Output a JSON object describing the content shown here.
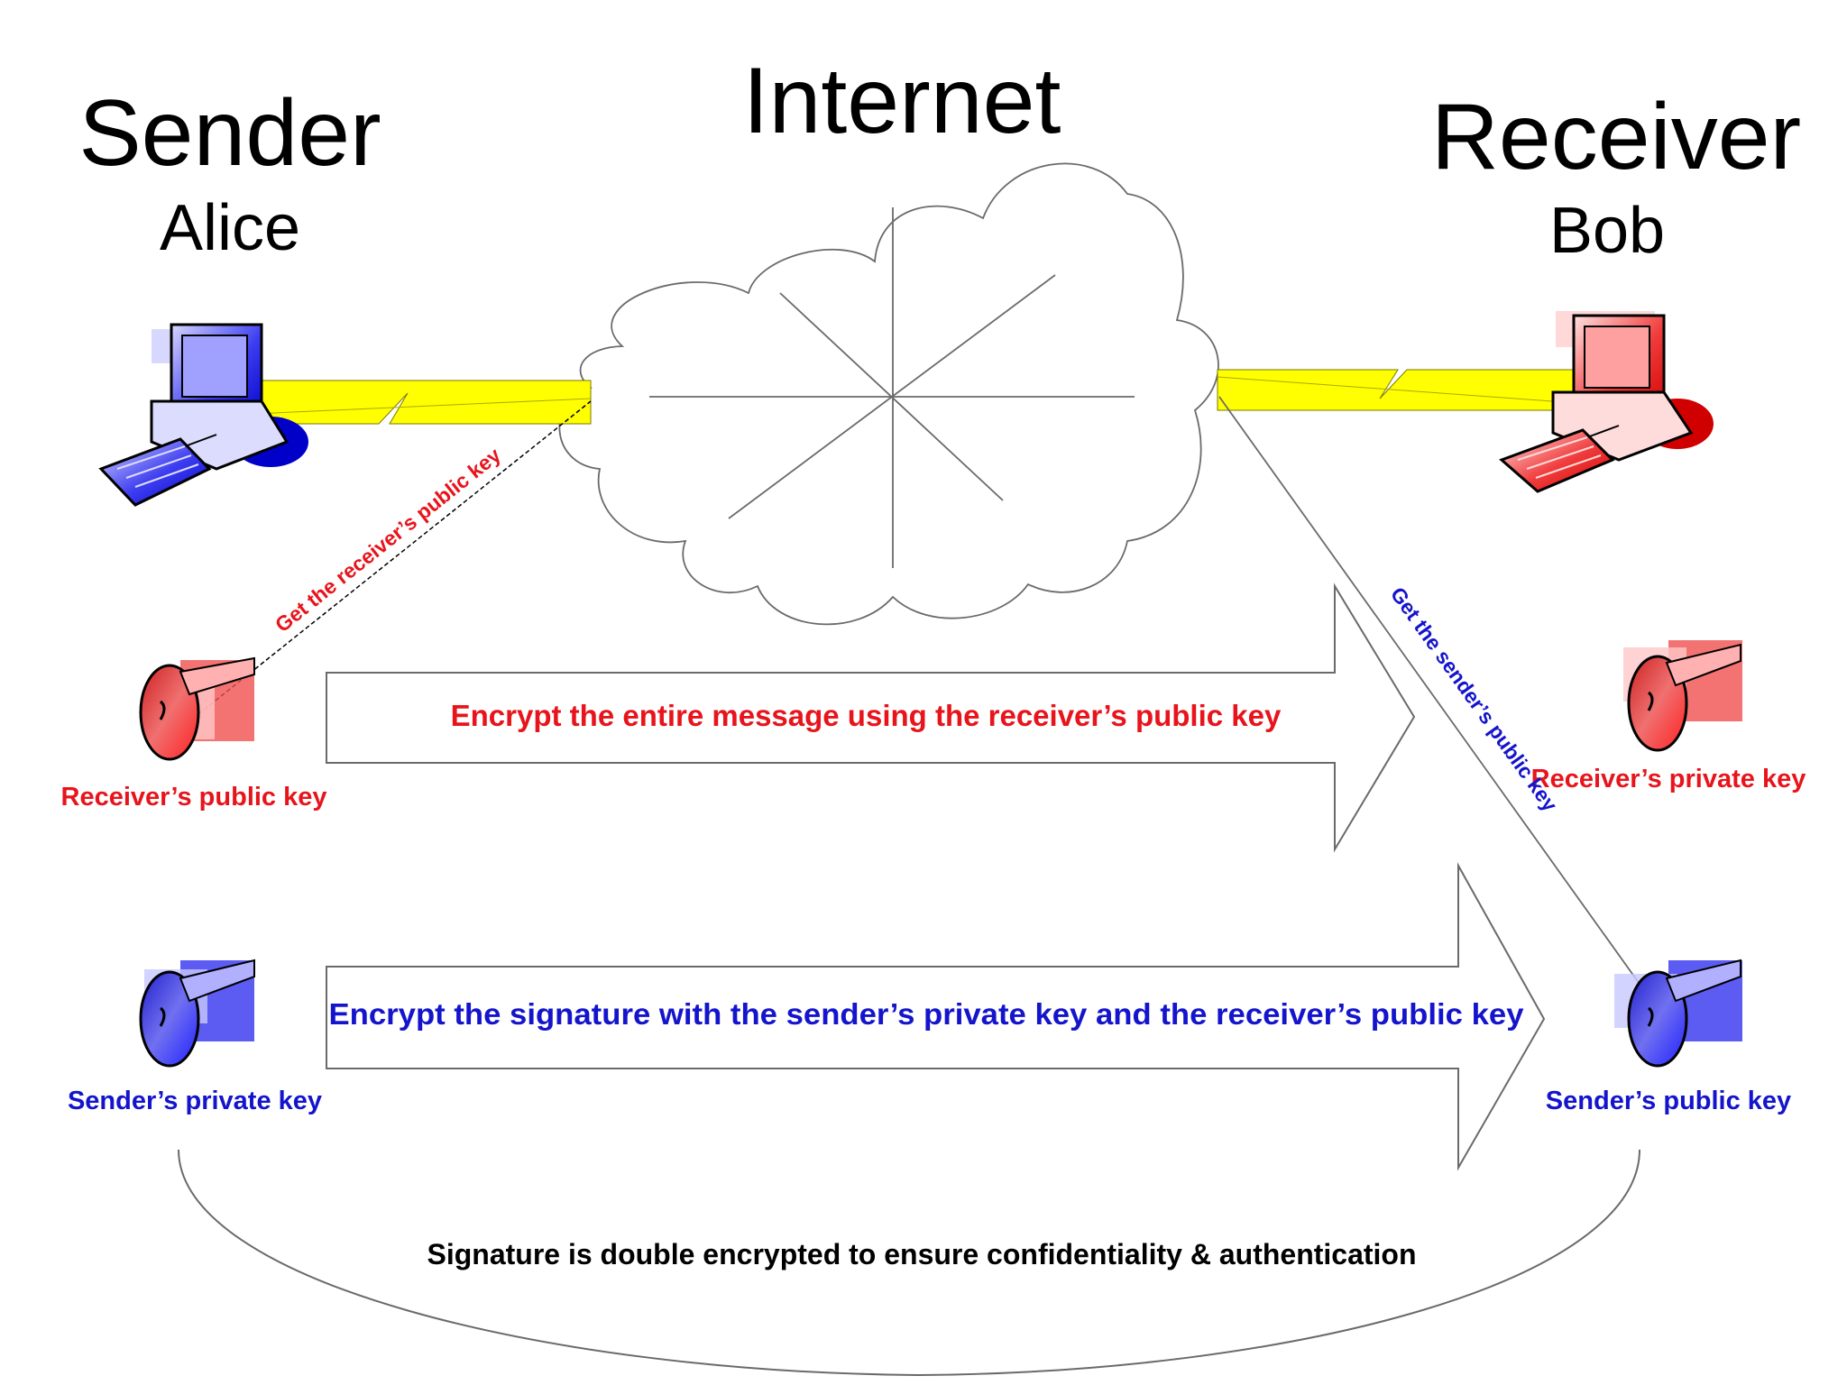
{
  "titles": {
    "sender": "Sender",
    "sender_name": "Alice",
    "internet": "Internet",
    "receiver": "Receiver",
    "receiver_name": "Bob"
  },
  "keys": {
    "receiver_public_key": "Receiver’s public key",
    "sender_private_key": "Sender’s private key",
    "receiver_private_key": "Receiver’s private key",
    "sender_public_key": "Sender’s public key"
  },
  "paths": {
    "get_receiver_public_key": "Get the receiver’s public key",
    "get_sender_public_key": "Get the sender’s public key"
  },
  "arrows": {
    "encrypt_message": "Encrypt the entire message using the receiver’s public key",
    "encrypt_signature": "Encrypt the signature with the sender’s private key and the receiver’s public key"
  },
  "note": "Signature is double encrypted to ensure confidentiality & authentication",
  "colors": {
    "red": "#e8141c",
    "blue": "#1414cc",
    "link": "#ffff00"
  },
  "icons": {
    "sender_computer": "computer-icon",
    "receiver_computer": "computer-icon",
    "keys": "key-icon",
    "network": "cloud-icon"
  }
}
